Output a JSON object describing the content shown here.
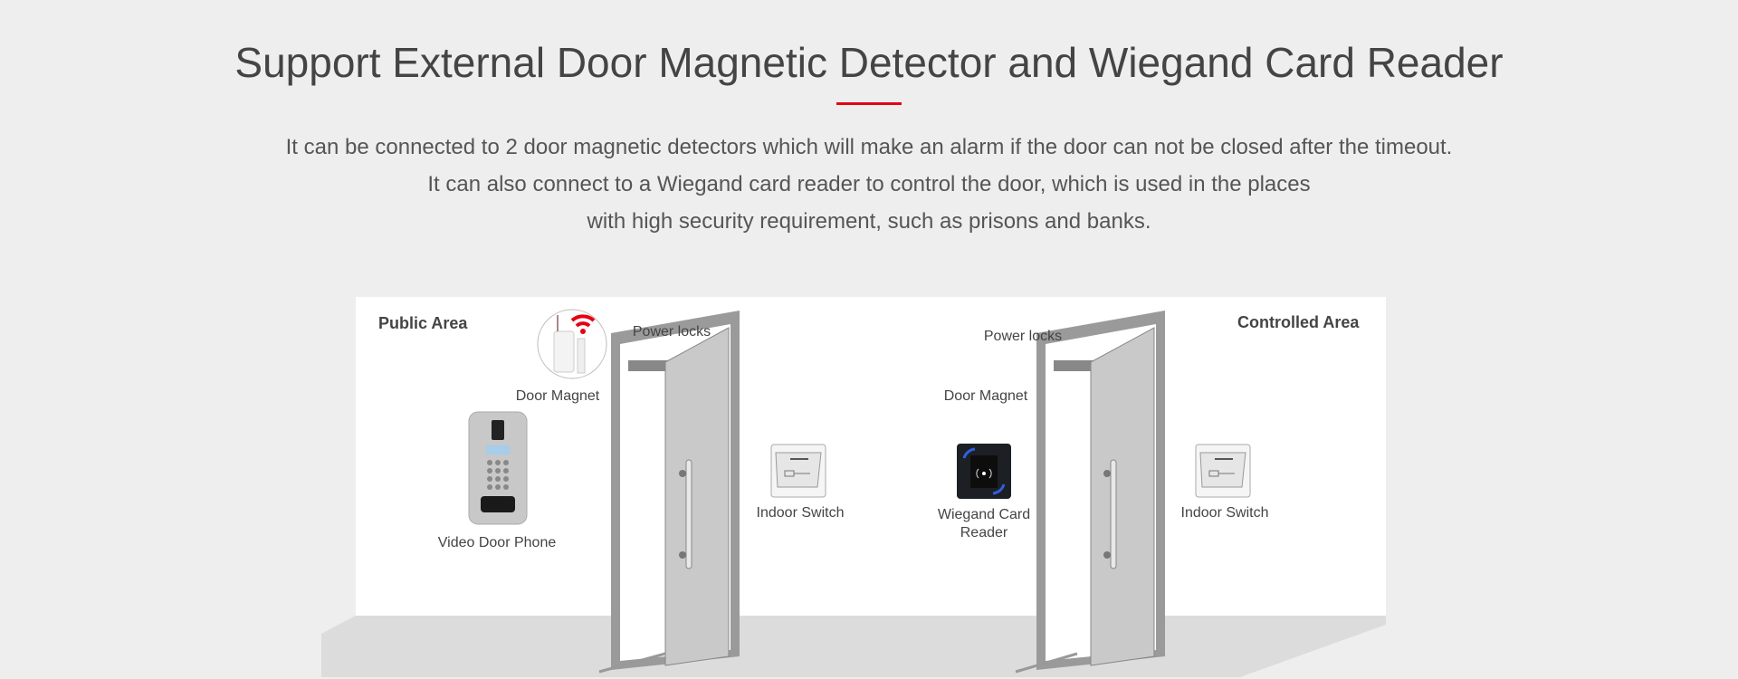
{
  "heading": {
    "title": "Support External Door Magnetic Detector and Wiegand Card Reader",
    "accent_color": "#e60012",
    "lines": [
      "It can be connected to 2 door magnetic detectors which will make an alarm if the door can not be closed after the timeout.",
      "It can also connect to a Wiegand card reader to control the door, which is used in the places",
      "with high security requirement, such as prisons and banks."
    ]
  },
  "diagram": {
    "public": {
      "area": "Public Area",
      "door_magnet": "Door Magnet",
      "power_locks": "Power locks",
      "indoor_switch": "Indoor Switch",
      "video_door_phone": "Video Door Phone"
    },
    "controlled": {
      "area": "Controlled Area",
      "door_magnet": "Door Magnet",
      "power_locks": "Power locks",
      "indoor_switch": "Indoor Switch",
      "reader_line1": "Wiegand Card",
      "reader_line2": "Reader"
    }
  }
}
